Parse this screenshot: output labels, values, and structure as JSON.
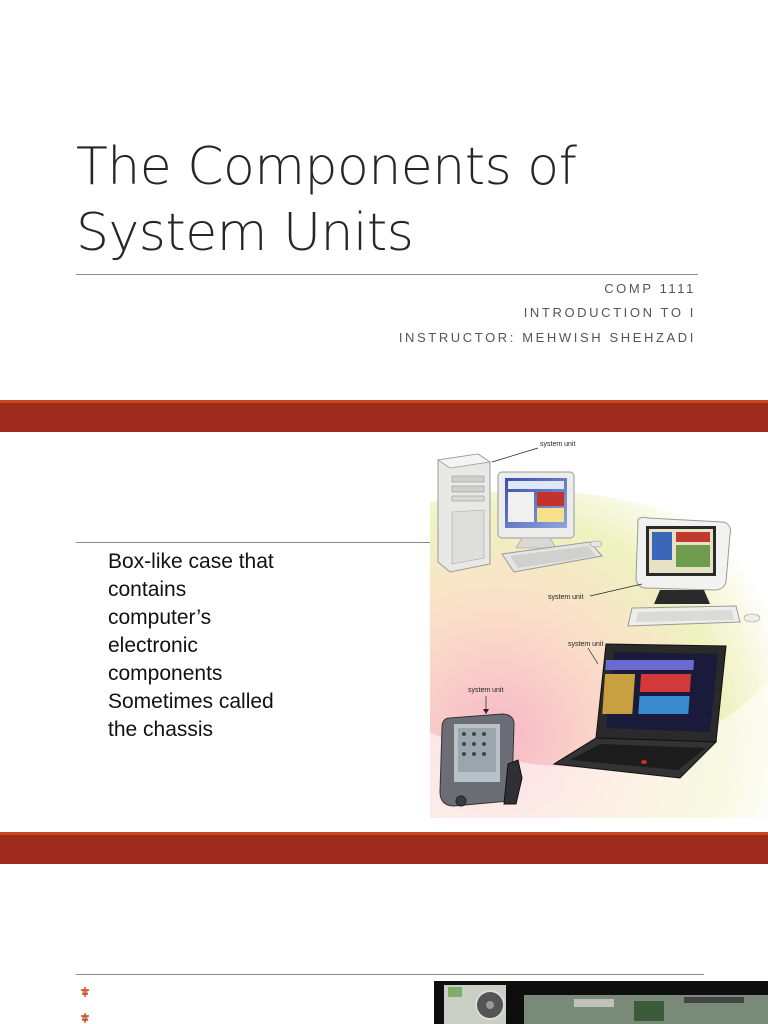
{
  "slide1": {
    "title_line1": "The Components of",
    "title_line2": "System Units",
    "subtitle_lines": [
      "COMP 1111",
      "INTRODUCTION TO I",
      "INSTRUCTOR: MEHWISH SHEHZADI"
    ]
  },
  "slide2": {
    "text_lines": [
      "Box-like case that",
      "contains",
      "computer’s",
      "electronic",
      "components",
      "Sometimes called",
      "the chassis"
    ],
    "image": {
      "callouts": [
        "system unit",
        "system unit",
        "system unit",
        "system unit"
      ]
    }
  },
  "slide3": {
    "bullet_icon": "dagger-bullet-icon",
    "bullet_count": 2
  },
  "colors": {
    "band": "#9e2b1e",
    "band_highlight": "#c9471f",
    "bullet": "#c9471f"
  }
}
